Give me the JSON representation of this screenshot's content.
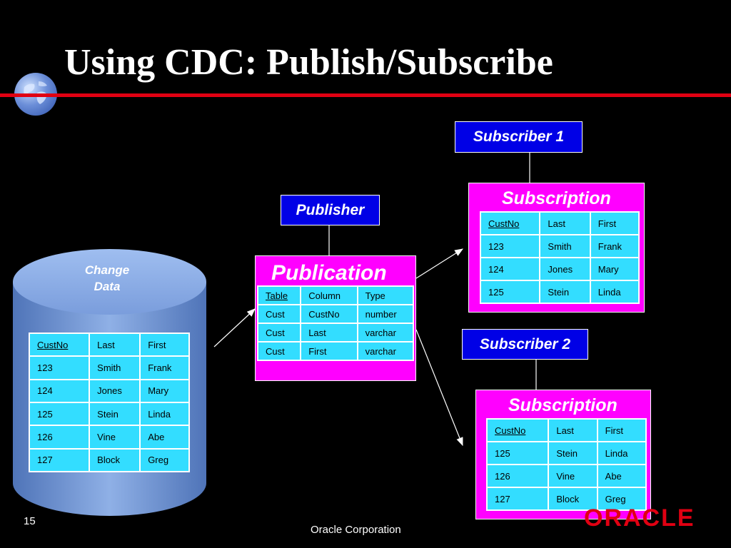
{
  "title": "Using CDC: Publish/Subscribe",
  "change_data": {
    "label_line1": "Change",
    "label_line2": "Data",
    "rows": [
      [
        "CustNo",
        "Last",
        "First"
      ],
      [
        "123",
        "Smith",
        "Frank"
      ],
      [
        "124",
        "Jones",
        "Mary"
      ],
      [
        "125",
        "Stein",
        "Linda"
      ],
      [
        "126",
        "Vine",
        "Abe"
      ],
      [
        "127",
        "Block",
        "Greg"
      ]
    ]
  },
  "publisher": {
    "label": "Publisher"
  },
  "publication": {
    "title": "Publication",
    "rows": [
      [
        "Table",
        "Column",
        "Type"
      ],
      [
        "Cust",
        "CustNo",
        "number"
      ],
      [
        "Cust",
        "Last",
        "varchar"
      ],
      [
        "Cust",
        "First",
        "varchar"
      ]
    ]
  },
  "subscriber1": {
    "label": "Subscriber 1",
    "title": "Subscription",
    "rows": [
      [
        "CustNo",
        "Last",
        "First"
      ],
      [
        "123",
        "Smith",
        "Frank"
      ],
      [
        "124",
        "Jones",
        "Mary"
      ],
      [
        "125",
        "Stein",
        "Linda"
      ]
    ]
  },
  "subscriber2": {
    "label": "Subscriber 2",
    "title": "Subscription",
    "rows": [
      [
        "CustNo",
        "Last",
        "First"
      ],
      [
        "125",
        "Stein",
        "Linda"
      ],
      [
        "126",
        "Vine",
        "Abe"
      ],
      [
        "127",
        "Block",
        "Greg"
      ]
    ]
  },
  "footer": {
    "slide_number": "15",
    "company": "Oracle Corporation",
    "logo_text": "ORACLE"
  },
  "colors": {
    "background": "#000000",
    "accent_red": "#e00012",
    "header_blue": "#0000e6",
    "magenta": "#ff00ff",
    "cell_cyan": "#33ddff"
  }
}
